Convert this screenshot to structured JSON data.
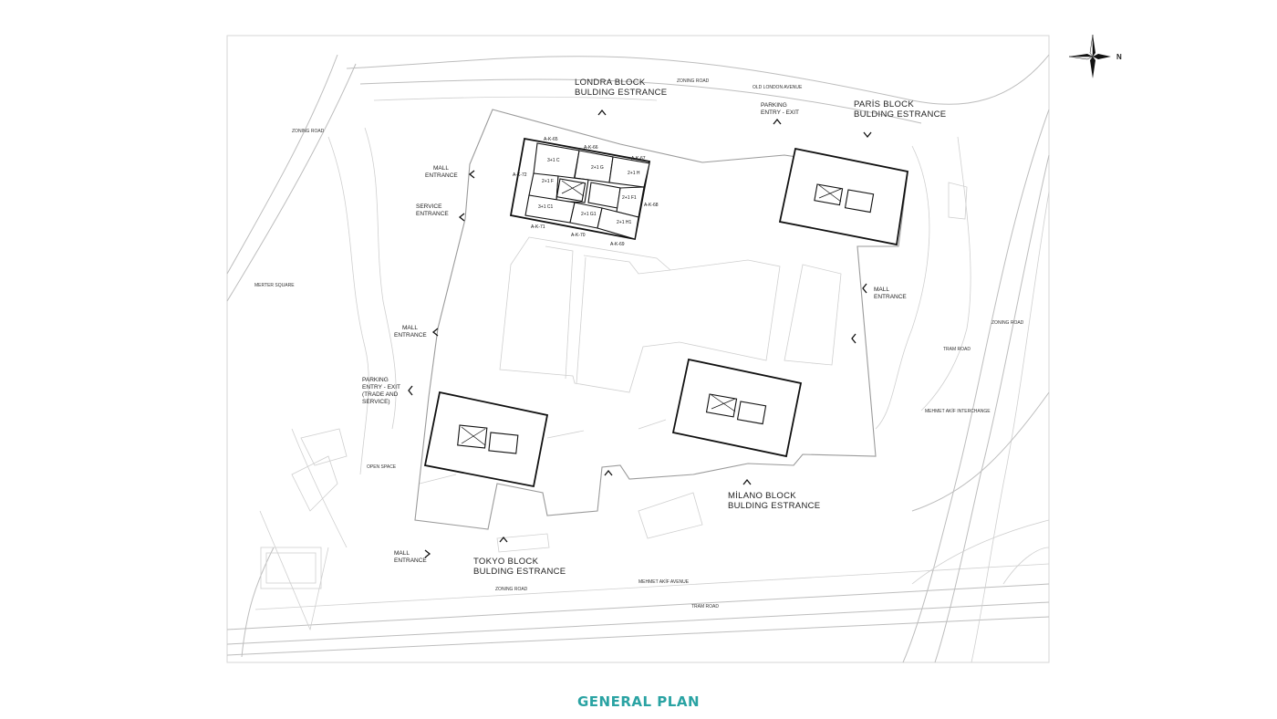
{
  "title": "GENERAL PLAN",
  "compass": {
    "north_letter": "N",
    "icon": "compass-rose-icon"
  },
  "block_labels": {
    "londra": [
      "LONDRA BLOCK",
      "BULDING ESTRANCE"
    ],
    "paris": [
      "PARİS BLOCK",
      "BULDING ESTRANCE"
    ],
    "milano": [
      "MİLANO BLOCK",
      "BULDING ESTRANCE"
    ],
    "tokyo": [
      "TOKYO BLOCK",
      "BULDING ESTRANCE"
    ]
  },
  "entrance_labels": {
    "mall_nw": [
      "MALL",
      "ENTRANCE"
    ],
    "service": [
      "SERVICE",
      "ENTRANCE"
    ],
    "mall_w": [
      "MALL",
      "ENTRANCE"
    ],
    "parking_trade": [
      "PARKING",
      "ENTRY - EXIT",
      "(TRADE AND",
      "SERVICE)"
    ],
    "parking_top": [
      "PARKING",
      "ENTRY - EXIT"
    ],
    "mall_e": [
      "MALL",
      "ENTRANCE"
    ],
    "mall_sw": [
      "MALL",
      "ENTRANCE"
    ]
  },
  "road_labels": {
    "zoning_road_nw": "ZONING ROAD",
    "zoning_road_n": "ZONING ROAD",
    "old_london_avenue": "OLD LONDON AVENUE",
    "merter_square": "MERTER SQUARE",
    "zoning_road_e": "ZONING ROAD",
    "tram_road_e": "TRAM ROAD",
    "mehmet_akif_interchange": "MEHMET AKİF INTERCHANGE",
    "open_space": "OPEN SPACE",
    "mehmet_akif_avenue": "MEHMET AKİF AVENUE",
    "zoning_road_s": "ZONING ROAD",
    "tram_road_s": "TRAM ROAD"
  },
  "block_codes": [
    "A-K-65",
    "A-K-66",
    "A-K-67",
    "A-K-72",
    "A-K-68",
    "A-K-71",
    "A-K-70",
    "A-K-69"
  ],
  "unit_types": [
    "3+1 C",
    "2+1 G",
    "2+1 H",
    "2+1 F",
    "2+1 F1",
    "3+1 C1",
    "2+1 G1",
    "2+1 H1"
  ]
}
